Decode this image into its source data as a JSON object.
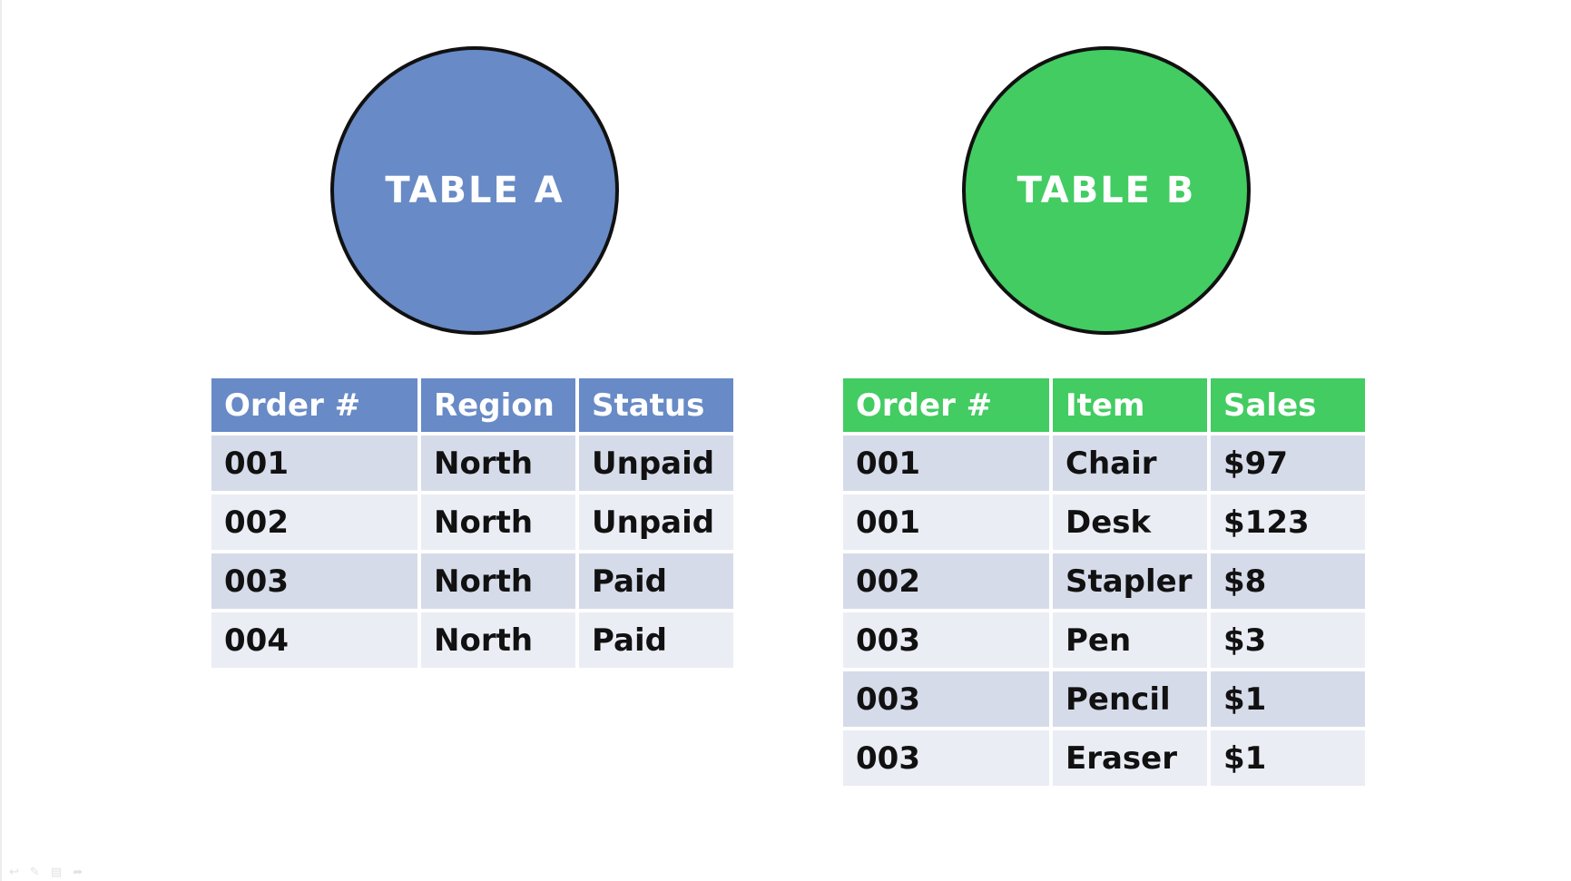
{
  "colors": {
    "table_a": "#688ac6",
    "table_b": "#42cc62",
    "row_odd": "#d6dbea",
    "row_even": "#ebedf5",
    "outline": "#111111"
  },
  "table_a": {
    "title": "TABLE A",
    "columns": [
      "Order #",
      "Region",
      "Status"
    ],
    "rows": [
      [
        "001",
        "North",
        "Unpaid"
      ],
      [
        "002",
        "North",
        "Unpaid"
      ],
      [
        "003",
        "North",
        "Paid"
      ],
      [
        "004",
        "North",
        "Paid"
      ]
    ]
  },
  "table_b": {
    "title": "TABLE B",
    "columns": [
      "Order #",
      "Item",
      "Sales"
    ],
    "rows": [
      [
        "001",
        "Chair",
        "$97"
      ],
      [
        "001",
        "Desk",
        "$123"
      ],
      [
        "002",
        "Stapler",
        "$8"
      ],
      [
        "003",
        "Pen",
        "$3"
      ],
      [
        "003",
        "Pencil",
        "$1"
      ],
      [
        "003",
        "Eraser",
        "$1"
      ]
    ]
  },
  "toolbar": {
    "icons": [
      "back-arrow-icon",
      "pen-icon",
      "menu-icon",
      "forward-arrow-icon"
    ]
  }
}
